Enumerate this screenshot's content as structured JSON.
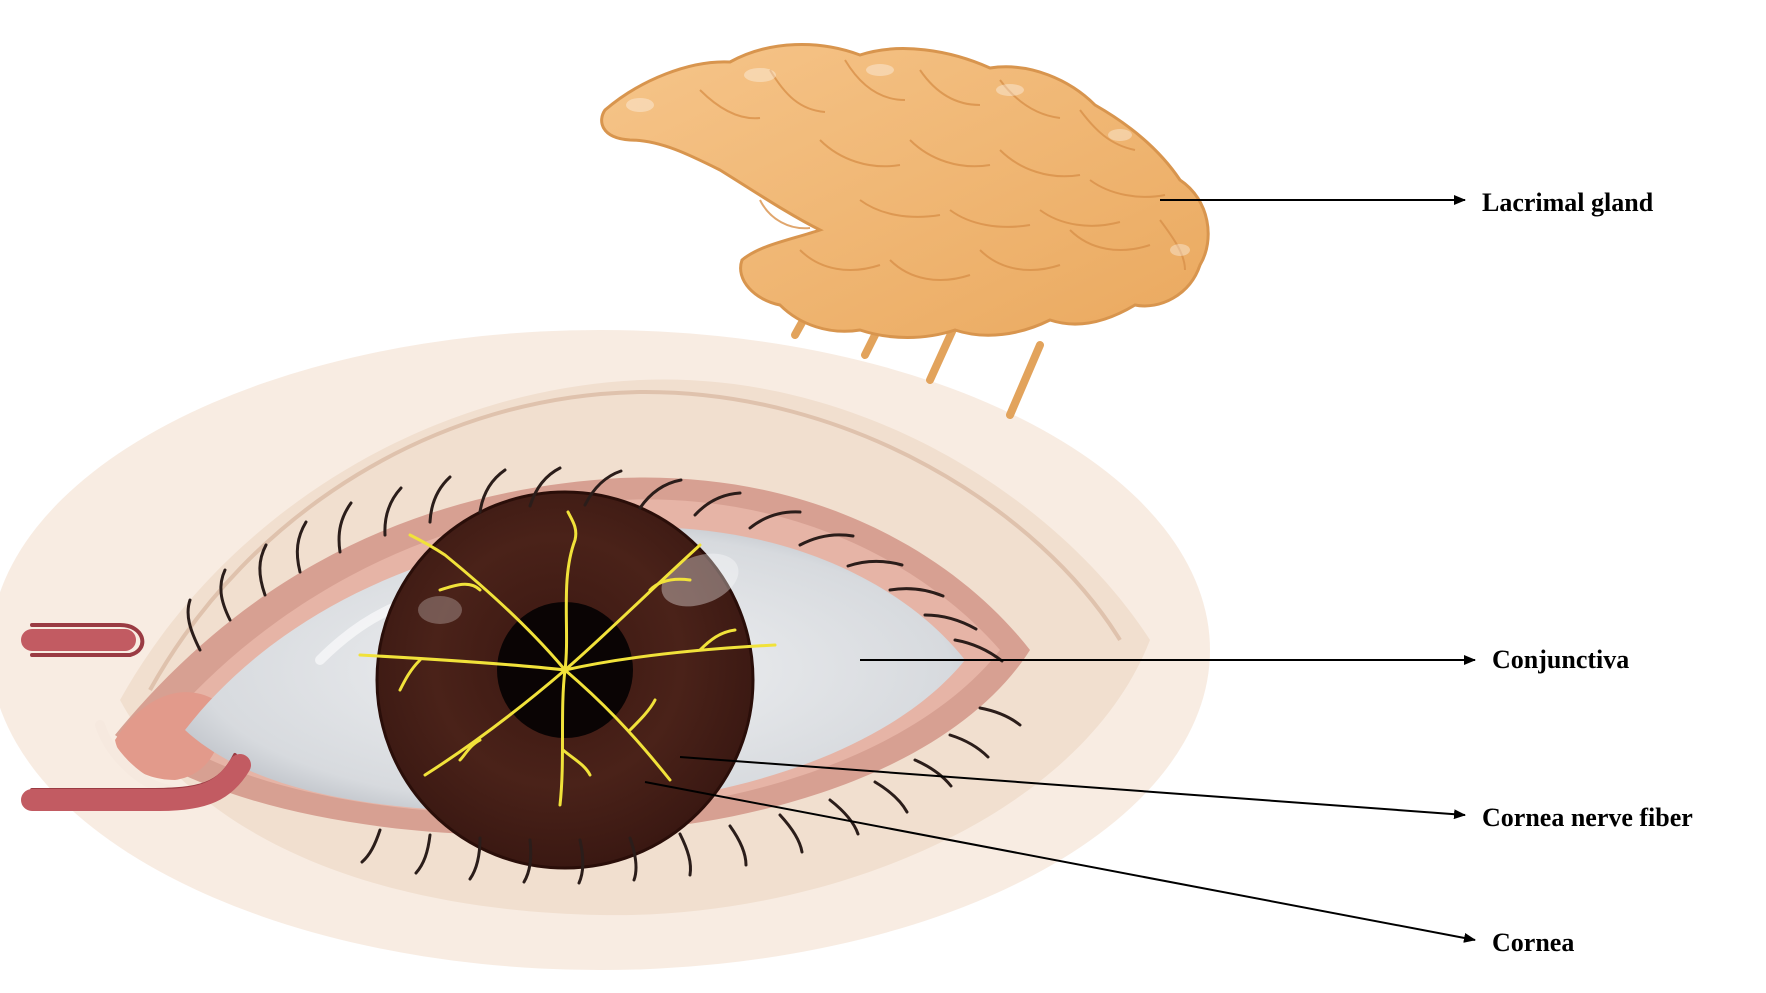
{
  "labels": {
    "lacrimal_gland": "Lacrimal gland",
    "conjunctiva": "Conjunctiva",
    "cornea_nerve_fiber": "Cornea nerve fiber",
    "cornea": "Cornea"
  },
  "colors": {
    "gland": "#f0b877",
    "gland_outline": "#d9914a",
    "skin": "#f1e1d3",
    "eyelid_rim": "#d9a496",
    "sclera": "#e4e6ea",
    "iris": "#4a2218",
    "pupil": "#0a0404",
    "nerve": "#f1e23a",
    "duct": "#b04a52",
    "arrow": "#000000"
  }
}
